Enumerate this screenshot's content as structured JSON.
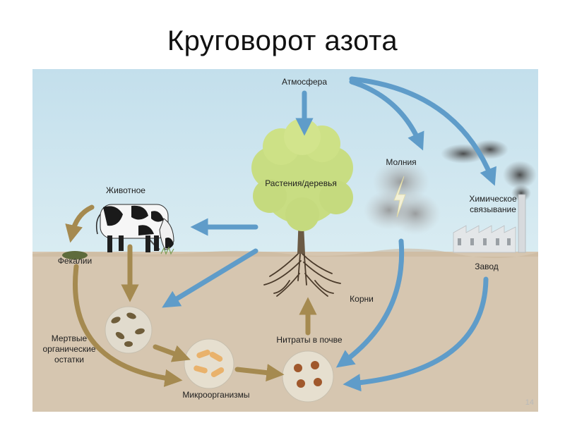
{
  "slide": {
    "title": "Круговорот азота",
    "page_number": "14"
  },
  "diagram": {
    "labels": {
      "atmosphere": "Атмосфера",
      "lightning": "Молния",
      "chemical_line1": "Химическое",
      "chemical_line2": "связывание",
      "factory": "Завод",
      "plants": "Растения/деревья",
      "animal": "Животное",
      "feces": "Фекалии",
      "dead_line1": "Мертвые",
      "dead_line2": "органические",
      "dead_line3": "остатки",
      "microorganisms": "Микроорганизмы",
      "nitrates": "Нитраты в почве",
      "roots": "Корни"
    },
    "colors": {
      "sky": "#c9e3ee",
      "soil": "#d6c6b0",
      "blue_arrow": "#5f9cc9",
      "brown_arrow": "#a58a50",
      "foliage": "#c8dd82"
    }
  }
}
